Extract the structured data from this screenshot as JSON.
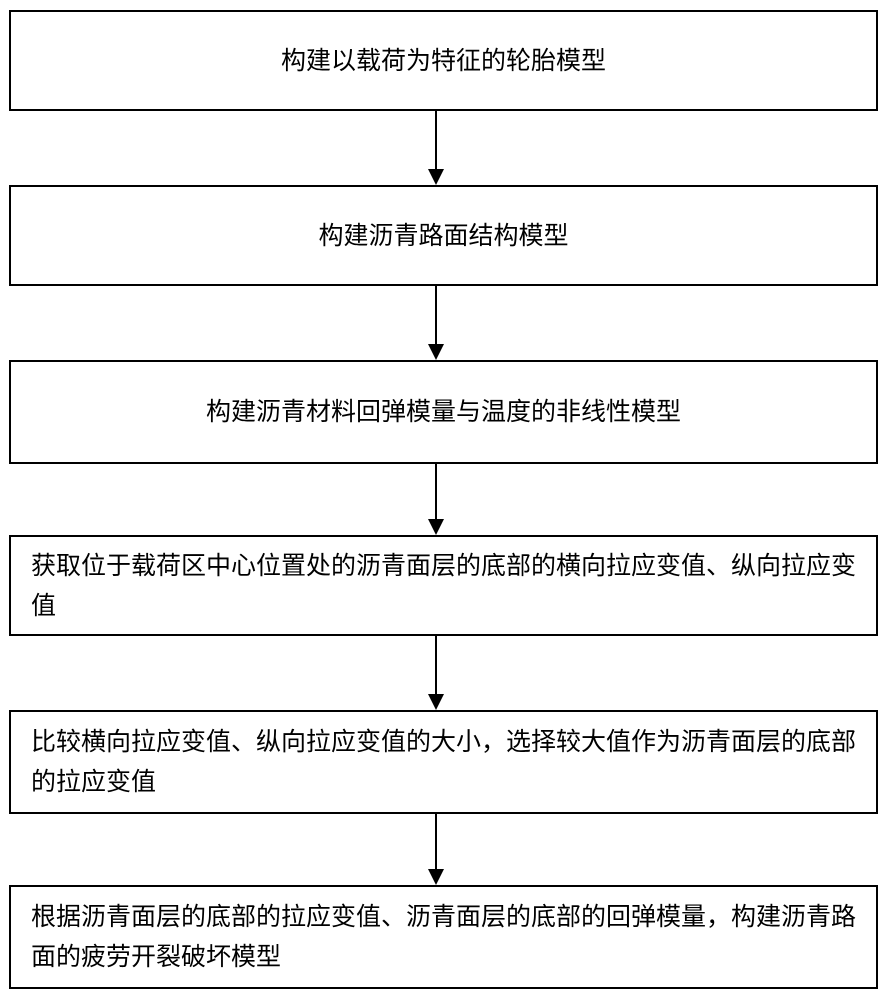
{
  "steps": [
    "构建以载荷为特征的轮胎模型",
    "构建沥青路面结构模型",
    "构建沥青材料回弹模量与温度的非线性模型",
    "获取位于载荷区中心位置处的沥青面层的底部的横向拉应变值、纵向拉应变值",
    "比较横向拉应变值、纵向拉应变值的大小，选择较大值作为沥青面层的底部的拉应变值",
    "根据沥青面层的底部的拉应变值、沥青面层的底部的回弹模量，构建沥青路面的疲劳开裂破坏模型"
  ]
}
